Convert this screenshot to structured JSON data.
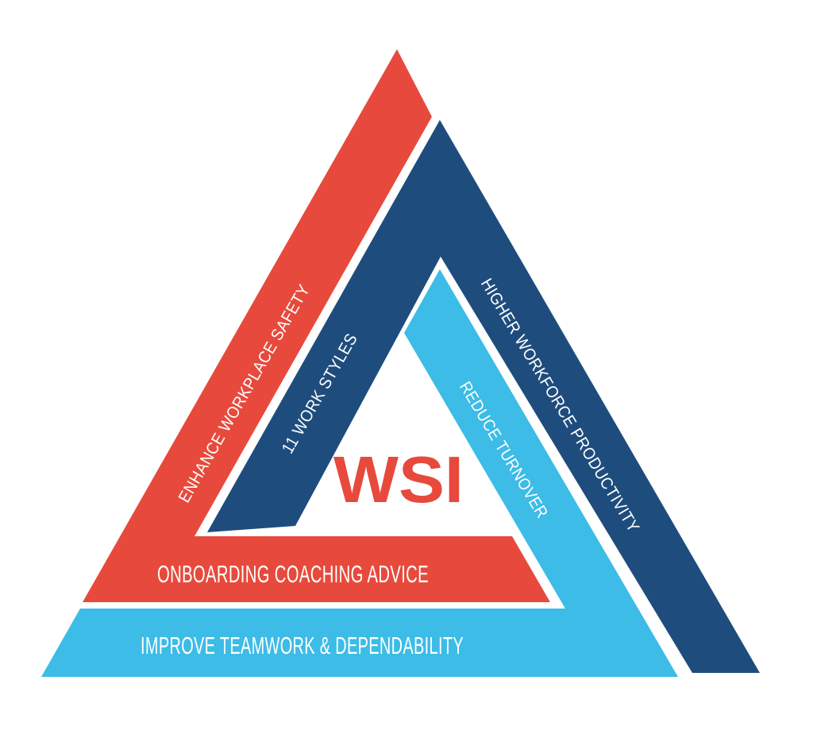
{
  "logo": {
    "text": "WSI",
    "color": "#E74A3C"
  },
  "colors": {
    "red": "#E74A3C",
    "dark_blue": "#1E4D7D",
    "light_blue": "#3CBCE7",
    "label_text": "#FFFFFF",
    "background": "#FFFFFF"
  },
  "labels": {
    "enhance_workplace_safety": "ENHANCE WORKPLACE SAFETY",
    "work_styles": "11 WORK STYLES",
    "higher_workforce_productivity": "HIGHER WORKFORCE PRODUCTIVITY",
    "reduce_turnover": "REDUCE TURNOVER",
    "onboarding_coaching_advice": "ONBOARDING COACHING ADVICE",
    "improve_teamwork_dependability": "IMPROVE TEAMWORK & DEPENDABILITY"
  }
}
